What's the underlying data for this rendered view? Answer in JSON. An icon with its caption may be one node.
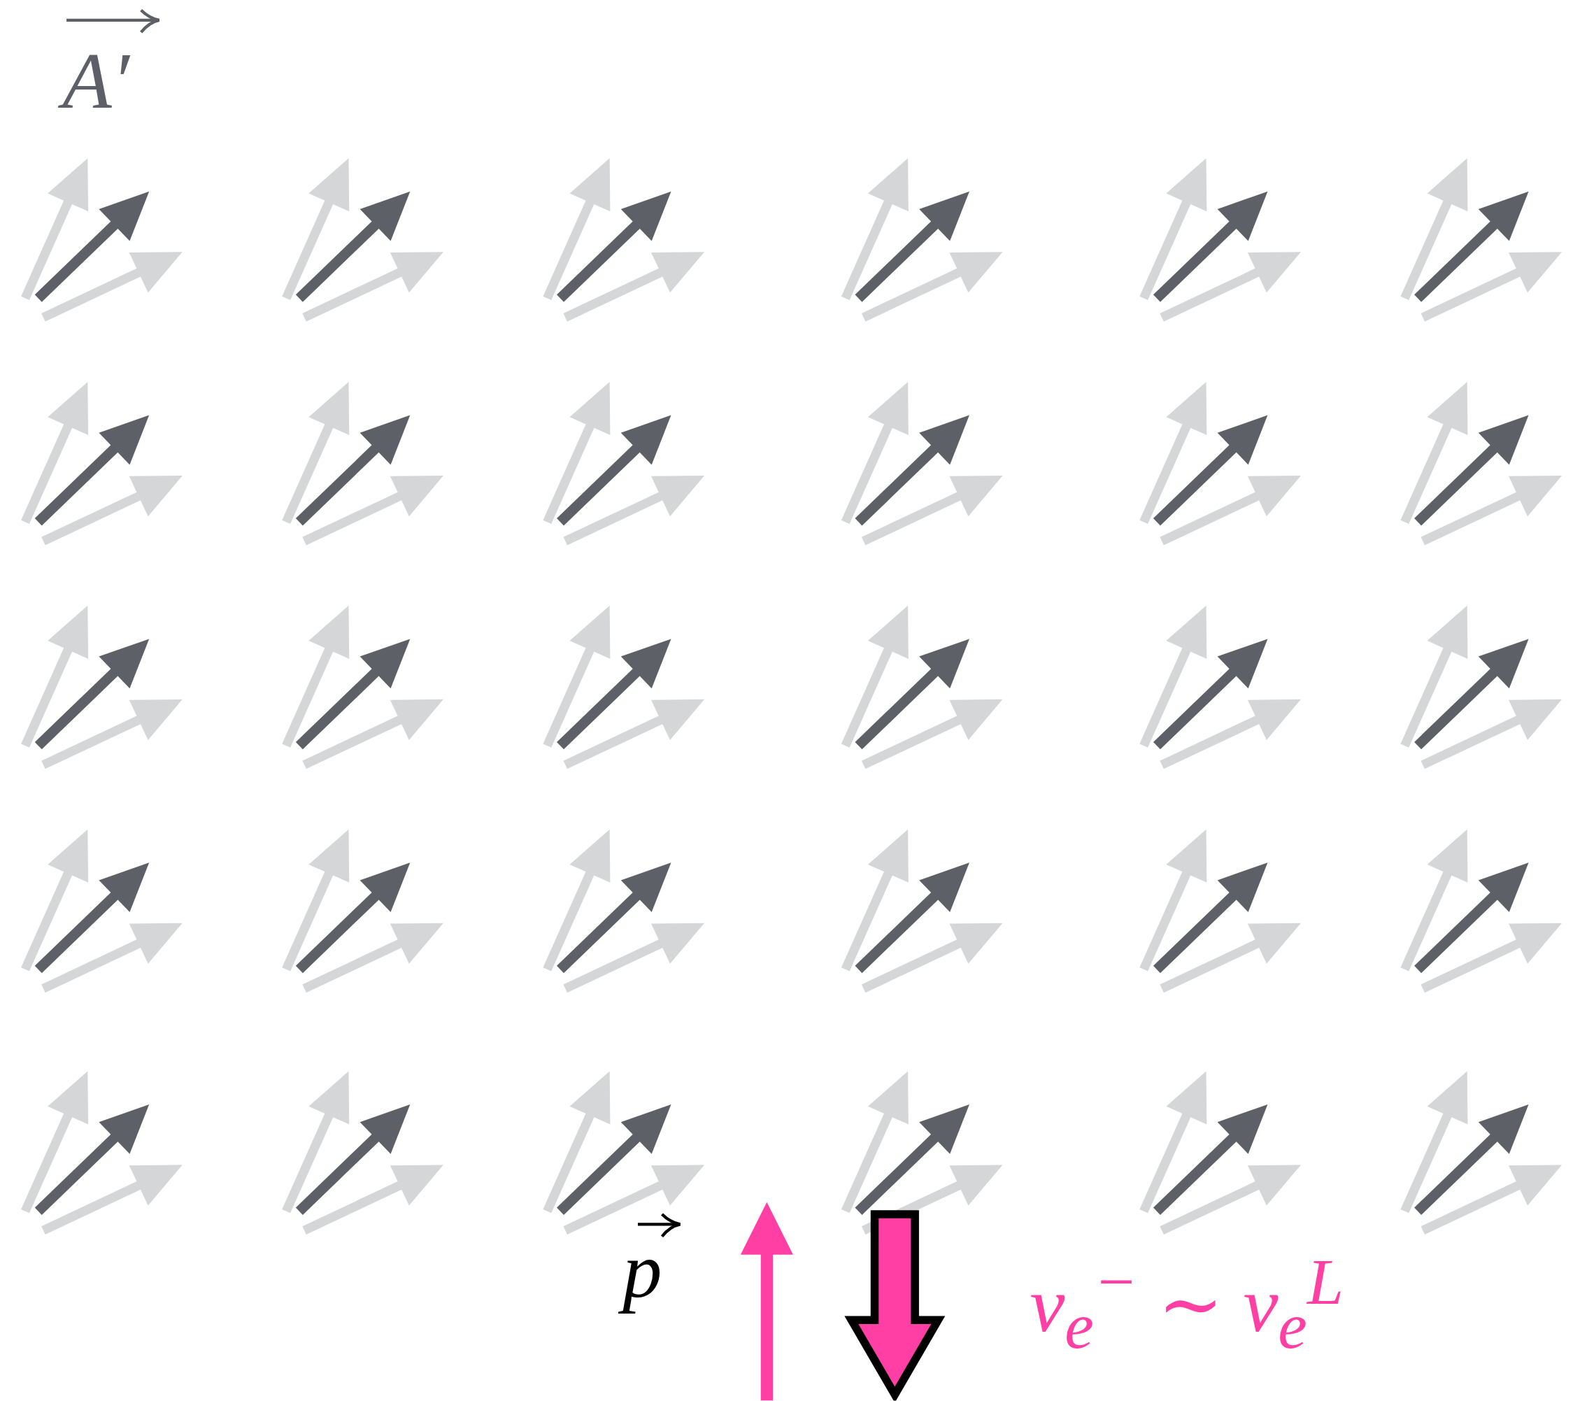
{
  "diagram": {
    "labels": [
      "A′",
      "p",
      "ν$_{e}$$^{−}$ ∼ ν$_{e}$$^{L}$"
    ]
  }
}
